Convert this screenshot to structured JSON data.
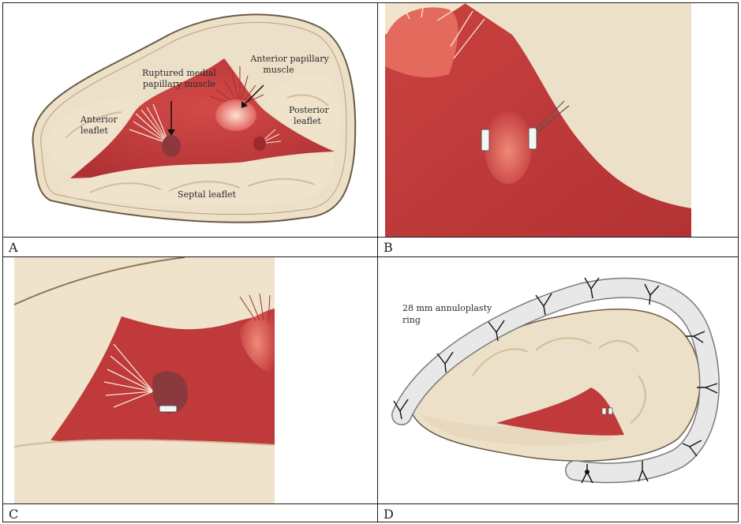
{
  "panels": {
    "A": {
      "label": "A",
      "annotations": {
        "ruptured": [
          "Ruptured medial",
          "papillary muscle"
        ],
        "anterior_papillary": [
          "Anterior papillary",
          "muscle"
        ],
        "anterior_leaflet": [
          "Anterior",
          "leaflet"
        ],
        "posterior_leaflet": [
          "Posterior",
          "leaflet"
        ],
        "septal_leaflet": "Septal leaflet"
      }
    },
    "B": {
      "label": "B"
    },
    "C": {
      "label": "C"
    },
    "D": {
      "label": "D",
      "annotations": {
        "ring": [
          "28 mm annuloplasty",
          "ring"
        ]
      }
    }
  },
  "colors": {
    "leaflet": "#ede0c8",
    "leaflet_shadow": "#d8c4a2",
    "tissue": "#c0393b",
    "tissue_dark": "#9c2a2c",
    "muscle": "#8a3a3c",
    "ring": "#e6e6e6",
    "outline": "#1c1c1c"
  }
}
